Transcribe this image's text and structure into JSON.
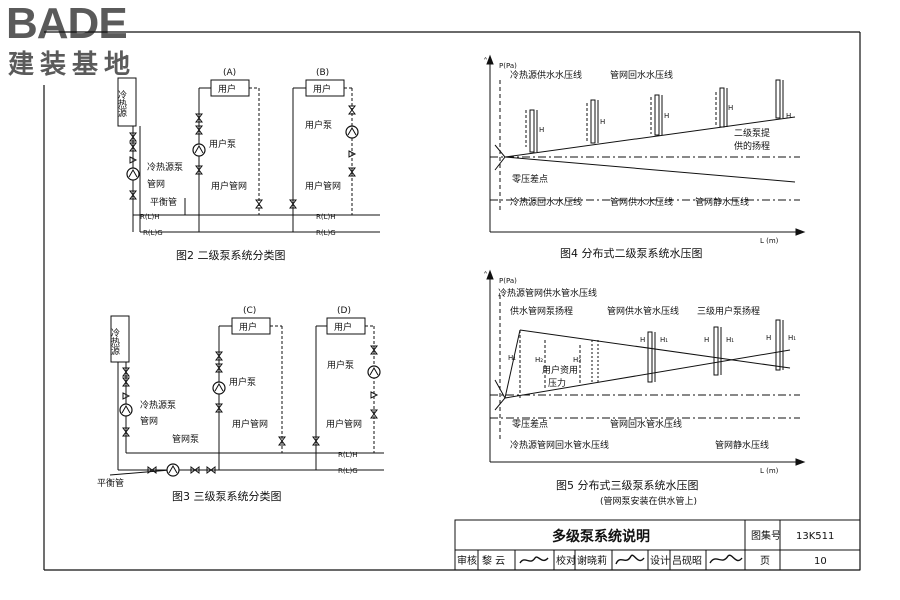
{
  "logo": {
    "word": "BADE",
    "sub": "建装基地"
  },
  "fig2": {
    "caption": "图2 二级泵系统分类图",
    "source": "冷热源",
    "pump_source": "冷热源泵",
    "pipe_net": "管网",
    "balance": "平衡管",
    "tag_a": "(A)",
    "tag_b": "(B)",
    "user": "用户",
    "user_pump": "用户泵",
    "user_net": "用户管网",
    "rh": "R(L)H",
    "rg": "R(L)G"
  },
  "fig3": {
    "caption": "图3 三级泵系统分类图",
    "source": "冷热源",
    "pump_source": "冷热源泵",
    "pipe_net": "管网",
    "net_pump": "管网泵",
    "balance": "平衡管",
    "tag_c": "(C)",
    "tag_d": "(D)",
    "user": "用户",
    "user_pump": "用户泵",
    "user_net": "用户管网",
    "rh": "R(L)H",
    "rg": "R(L)G"
  },
  "fig4": {
    "caption": "图4 分布式二级泵系统水压图",
    "yaxis": "P(Pa)",
    "xaxis": "L (m)",
    "supply": "冷热源供水水压线",
    "net_return": "管网回水水压线",
    "boost": "二级泵提",
    "boost2": "供的扬程",
    "zero": "零压差点",
    "src_return": "冷热源回水水压线",
    "net_supply": "管网供水水压线",
    "static": "管网静水压线",
    "h": "H"
  },
  "fig5": {
    "caption": "图5 分布式三级泵系统水压图",
    "subcaption": "(管网泵安装在供水管上)",
    "yaxis": "P(Pa)",
    "xaxis": "L (m)",
    "src_supply": "冷热源管网供水管水压线",
    "net_pump_head": "供水管网泵扬程",
    "net_supply": "管网供水管水压线",
    "user_head": "三级用户泵扬程",
    "user_press": "用户资用",
    "user_press2": "压力",
    "zero": "零压差点",
    "net_return": "管网回水管水压线",
    "src_return": "冷热源管网回水管水压线",
    "static": "管网静水压线",
    "h1": "H₁",
    "h2": "H₂",
    "h3": "H₃",
    "h": "H"
  },
  "titleblock": {
    "title": "多级泵系统说明",
    "atlas_label": "图集号",
    "atlas_no": "13K511",
    "review": "审核",
    "reviewer": "黎 云",
    "check": "校对",
    "checker": "谢晓莉",
    "design": "设计",
    "designer": "吕砚昭",
    "page_label": "页",
    "page_no": "10"
  }
}
